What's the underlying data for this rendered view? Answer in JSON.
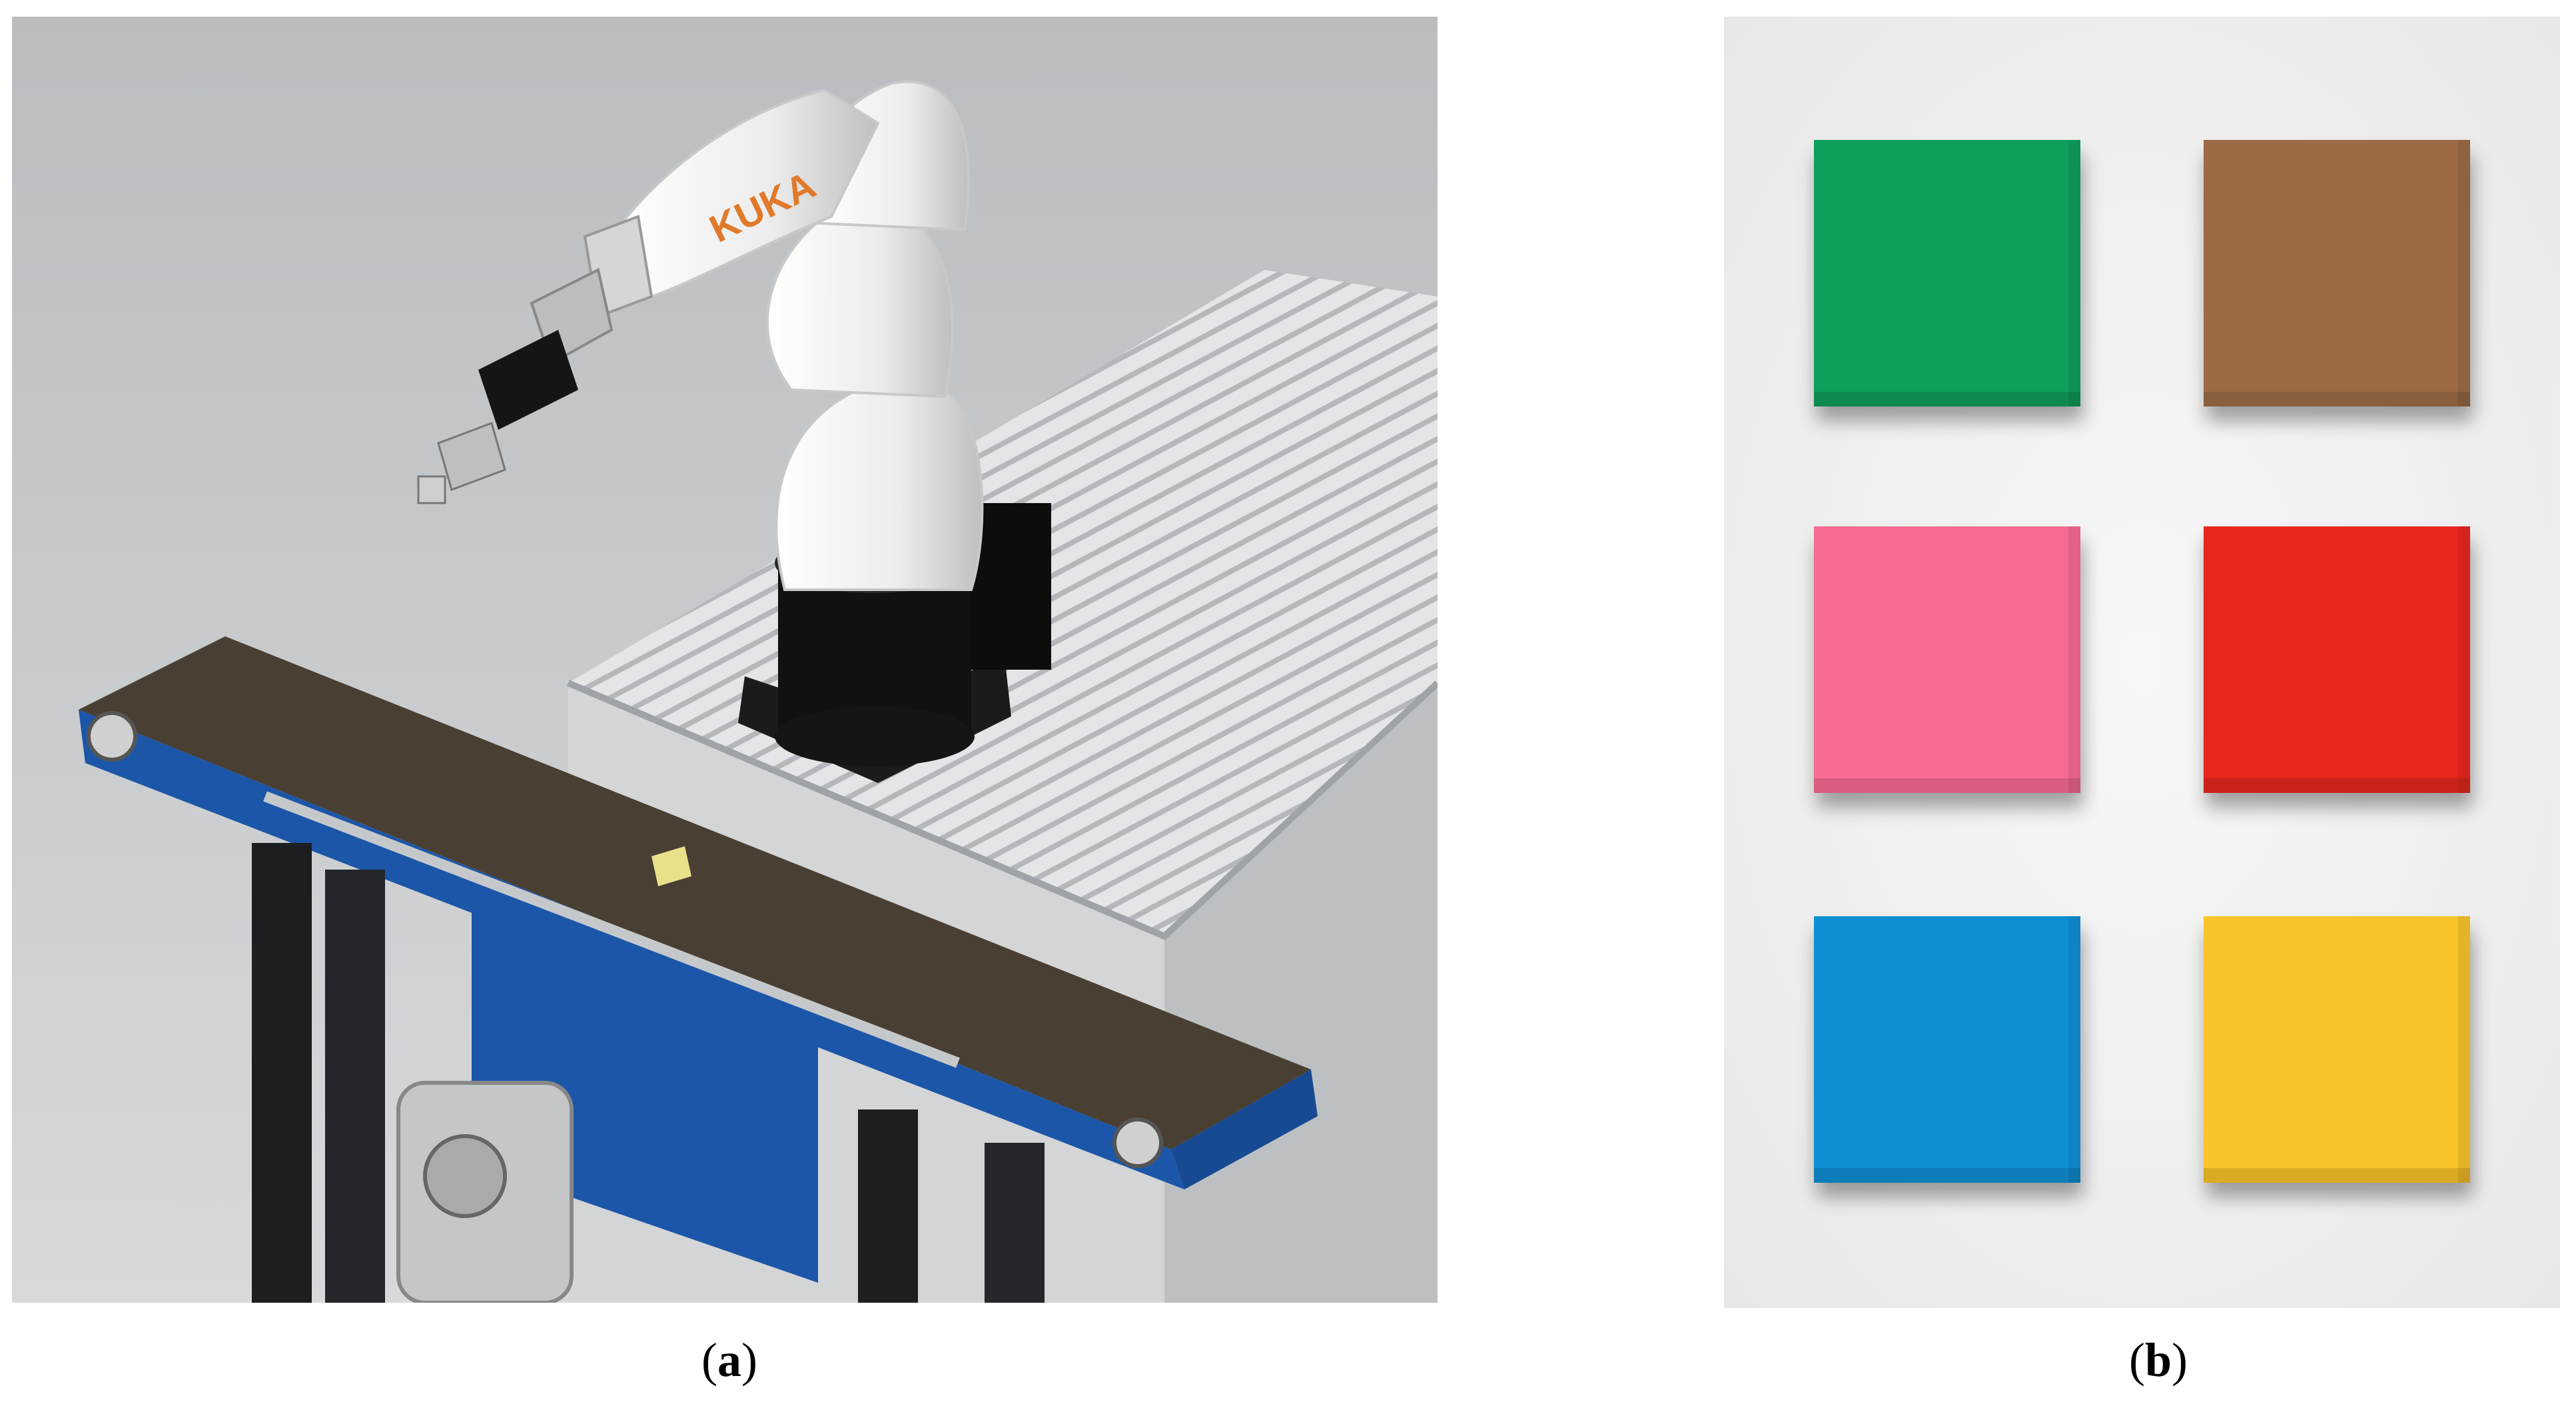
{
  "figure": {
    "panels": [
      {
        "id": "a",
        "caption_open": "(",
        "caption_letter": "a",
        "caption_close": ")",
        "robot_brand_label": "KUKA",
        "colors": {
          "background": "#c9ccce",
          "robot": "#f2f2f2",
          "robot_base": "#111111",
          "conveyor_frame": "#1c56a8",
          "belt": "#4a3f33",
          "table_grid": "#dcdfe2",
          "workpiece": "#e9e08a",
          "brand": "#e07a2a"
        }
      },
      {
        "id": "b",
        "caption_open": "(",
        "caption_letter": "b",
        "caption_close": ")",
        "boxes": [
          {
            "color_name": "green",
            "hex": "#0a9f5c"
          },
          {
            "color_name": "brown",
            "hex": "#9c6b45"
          },
          {
            "color_name": "pink",
            "hex": "#f76a92"
          },
          {
            "color_name": "red",
            "hex": "#e8281e"
          },
          {
            "color_name": "blue",
            "hex": "#0a8fd4"
          },
          {
            "color_name": "yellow",
            "hex": "#f9c32a"
          }
        ]
      }
    ]
  }
}
